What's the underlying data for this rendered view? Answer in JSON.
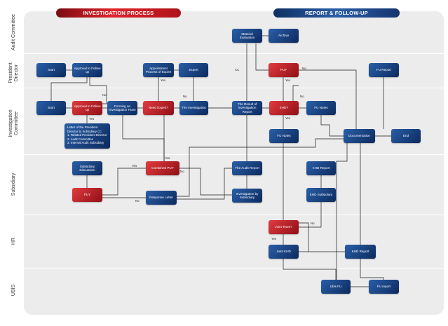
{
  "banners": {
    "left": "INVESTIGATION PROCESS",
    "right": "REPORT & FOLLOW-UP"
  },
  "lanes": [
    "Audit Committee",
    "President Director",
    "Investigation Committee",
    "Subsidiary",
    "HR",
    "UBIS"
  ],
  "nodes": {
    "material_evaluation": "Material Evaluation",
    "archive": "Archive",
    "start_pd": "Start",
    "approval_pd": "Approval to Follow up",
    "appointment_expert": "Appointment Process of Expert",
    "expert": "Expert",
    "puy_pd": "PUY",
    "fu_report_pd": "FU Report",
    "start_ic": "Start",
    "approval_ic": "Approval to Follow up",
    "forming_team": "Forming an Investigation Team",
    "need_expert": "Need Expert?",
    "the_investigation": "The Investigation",
    "result_investigation": "The Result of Investigation Report",
    "khdy": "KHDY",
    "fu_notes_ic": "FU Notes",
    "fu_notes_2": "FU Notes",
    "documentation": "Documentation",
    "end": "End",
    "subsidiary_discussion": "Subsidiary Discussion",
    "combined_puy": "Combined PUY",
    "audit_report": "The Audit Report",
    "khd_report_sub": "KHD Report",
    "puy_sub": "PUY",
    "response_letter": "Response Letter",
    "investigation_subsidiary": "Investigation by Subsidiary",
    "khd_subsidiary": "KHD Subsidiary",
    "joint_team": "Joint Team?",
    "joint_khd": "Joint KHD",
    "khd_report_hr": "KHD Report",
    "ubis_fu": "Ubis FU",
    "fu_report_ubis": "FU report"
  },
  "letter_note": {
    "lines": [
      "Letter of the President",
      "Director to Subsidiary Cc:",
      "1. Related President Director",
      "2. Audit Committee",
      "3. Internal Audit Subsidiary"
    ]
  },
  "labels": {
    "cc": "CC",
    "yes": "Yes",
    "no": "No"
  },
  "colors": {
    "red_accent": "#c8151d",
    "blue_accent": "#1c4688",
    "panel": "#ececec"
  }
}
